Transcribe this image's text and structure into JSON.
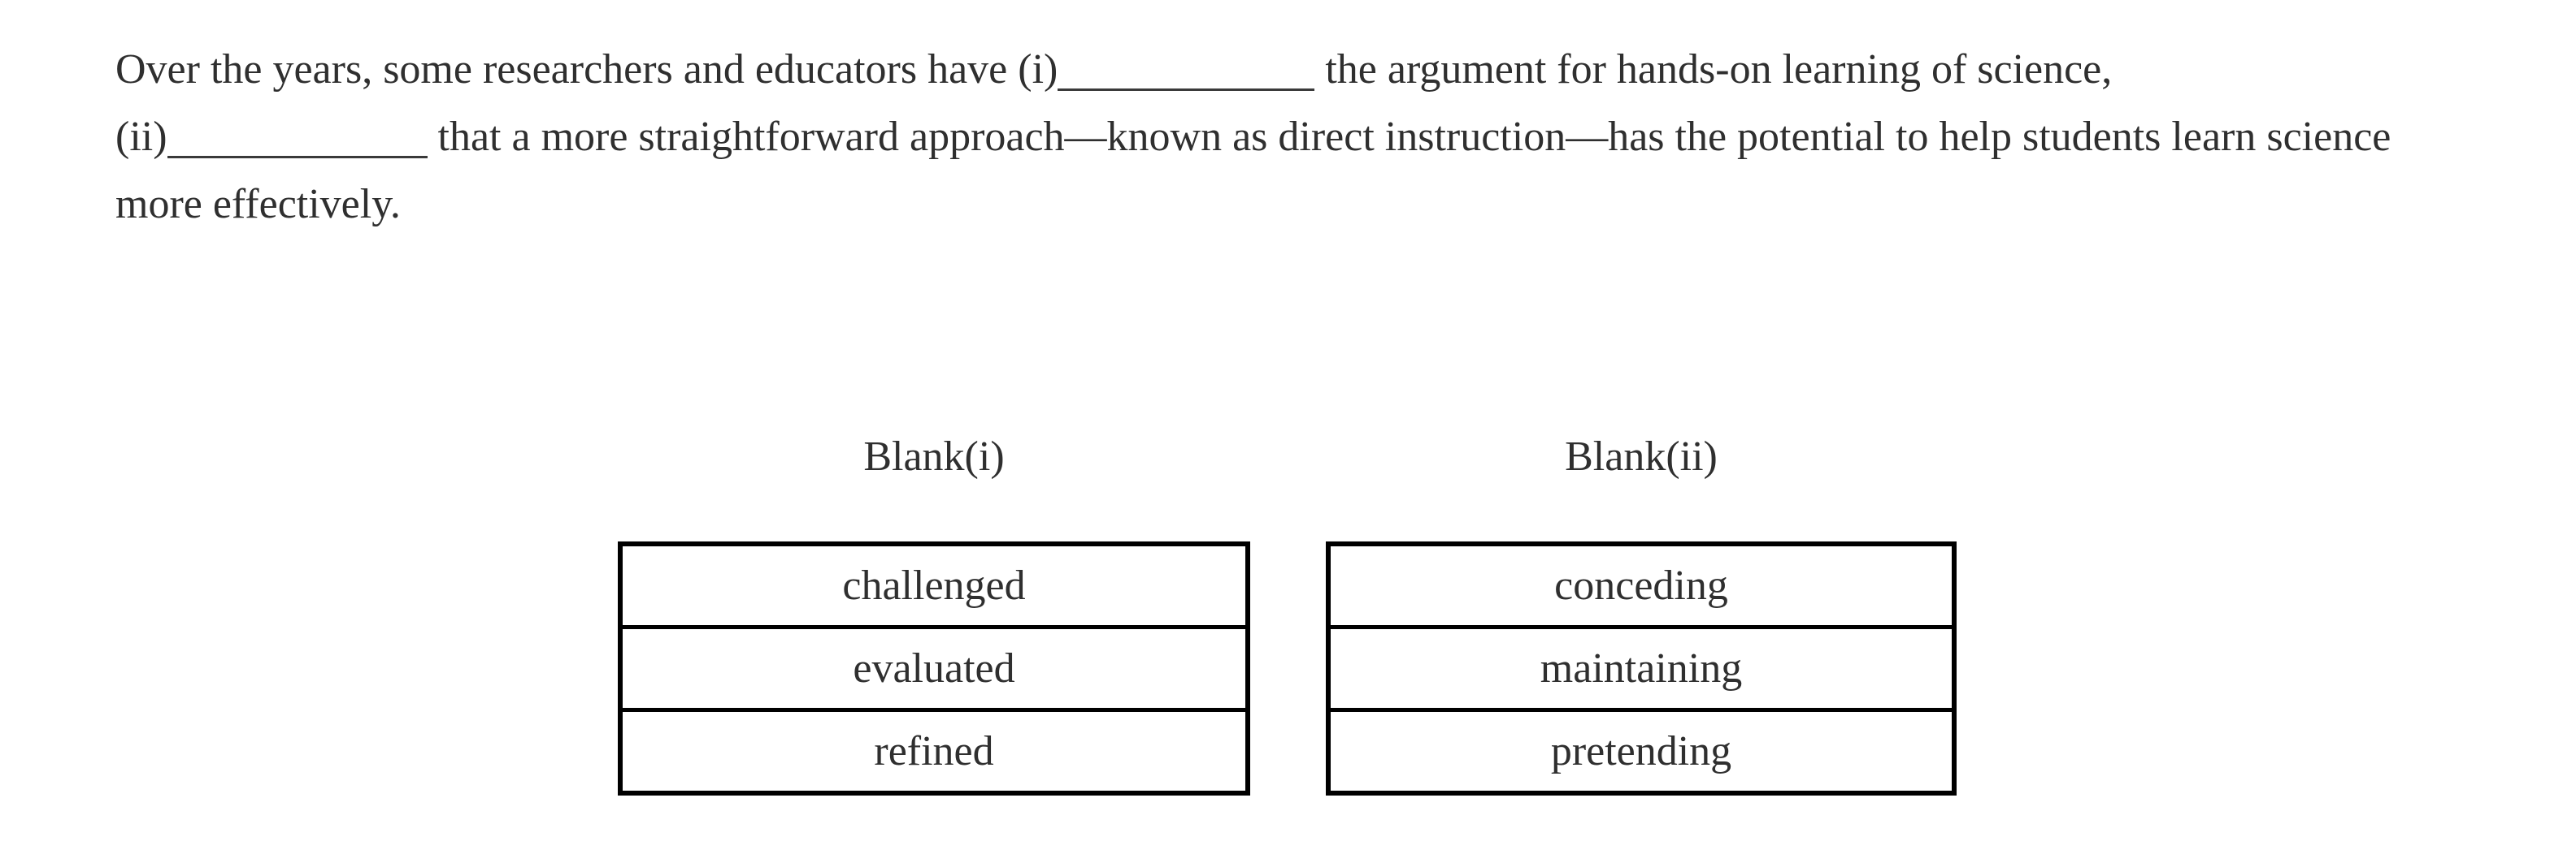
{
  "passage": {
    "line1_before_blank": "Over the years, some researchers and educators have (i)",
    "line1_after_blank": " the argument for hands-on learning of science,",
    "line2_before_blank": "(ii)",
    "line2_after_blank": " that a more straightforward approach—known as direct instruction—has the potential to help students learn science",
    "line3": "more effectively."
  },
  "blank_i": {
    "label": "Blank(i)",
    "options": [
      "challenged",
      "evaluated",
      "refined"
    ]
  },
  "blank_ii": {
    "label": "Blank(ii)",
    "options": [
      "conceding",
      "maintaining",
      "pretending"
    ]
  },
  "colors": {
    "text": "#2f2f2f",
    "table_border": "#000000",
    "background": "#ffffff"
  }
}
